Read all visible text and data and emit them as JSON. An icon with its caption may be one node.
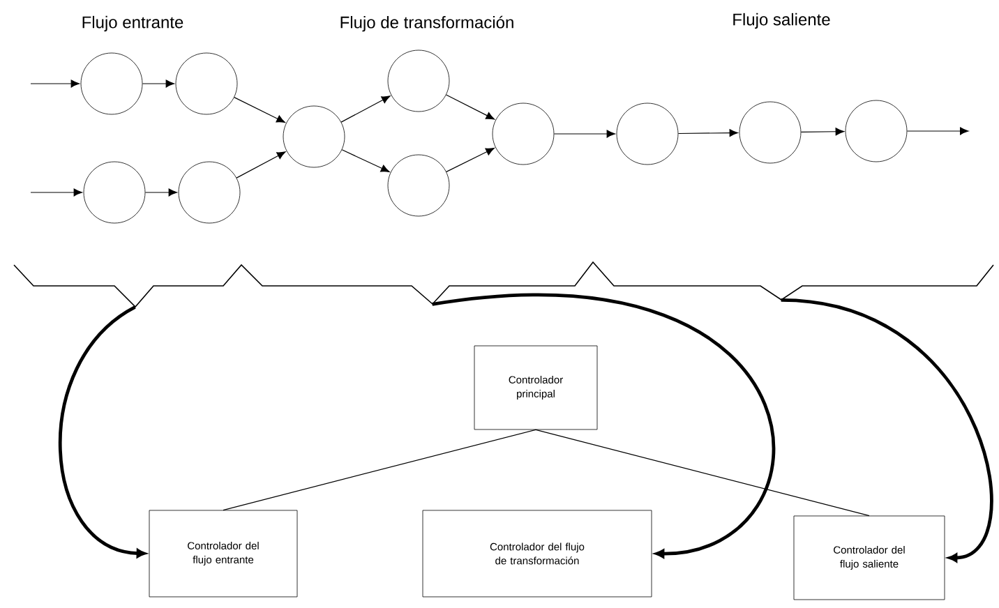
{
  "diagram": {
    "nodes": [
      {
        "text": [],
        "shape": "circle"
      },
      {
        "text": [],
        "shape": "circle"
      },
      {
        "text": [],
        "shape": "circle"
      },
      {
        "text": [],
        "shape": "circle"
      },
      {
        "text": [],
        "shape": "circle"
      },
      {
        "text": [],
        "shape": "circle"
      },
      {
        "text": [],
        "shape": "circle"
      },
      {
        "text": [],
        "shape": "circle"
      },
      {
        "text": [],
        "shape": "circle"
      },
      {
        "text": [],
        "shape": "circle"
      },
      {
        "text": [],
        "shape": "circle"
      },
      {
        "text": [
          "Controlador principal"
        ]
      },
      {
        "text": [
          "Controlador del flujo entrante"
        ]
      },
      {
        "text": [
          "Controlador del flujo de transformación"
        ]
      },
      {
        "text": [
          "Controlador del flujo saliente"
        ]
      },
      {
        "text": [],
        "shape": "bracket"
      }
    ],
    "edges": [
      {
        "from": null,
        "to": 0,
        "arrow": "to"
      },
      {
        "from": 0,
        "to": 1,
        "arrow": "to"
      },
      {
        "from": null,
        "to": 2,
        "arrow": "to"
      },
      {
        "from": 2,
        "to": 3,
        "arrow": "to"
      },
      {
        "from": 1,
        "to": 4,
        "arrow": "to"
      },
      {
        "from": 3,
        "to": 4,
        "arrow": "to"
      },
      {
        "from": 4,
        "to": 5,
        "arrow": "to"
      },
      {
        "from": 4,
        "to": 6,
        "arrow": "to"
      },
      {
        "from": 5,
        "to": 7,
        "arrow": "to"
      },
      {
        "from": 6,
        "to": 7,
        "arrow": "to"
      },
      {
        "from": 7,
        "to": 8,
        "arrow": "to"
      },
      {
        "from": 8,
        "to": 9,
        "arrow": "to"
      },
      {
        "from": 9,
        "to": 10,
        "arrow": "to"
      },
      {
        "from": 10,
        "to": null,
        "arrow": "to"
      },
      {
        "from": 11,
        "to": 12,
        "arrow": "none"
      },
      {
        "from": 11,
        "to": 14,
        "arrow": "none"
      },
      {
        "from": 15,
        "to": 12,
        "arrow": "to",
        "style": "thick"
      },
      {
        "from": 15,
        "to": 13,
        "arrow": "to",
        "style": "thick"
      },
      {
        "from": 15,
        "to": 14,
        "arrow": "to",
        "style": "thick"
      }
    ],
    "labels": [
      "Flujo entrante",
      "Flujo de transformación",
      "Flujo saliente"
    ]
  }
}
